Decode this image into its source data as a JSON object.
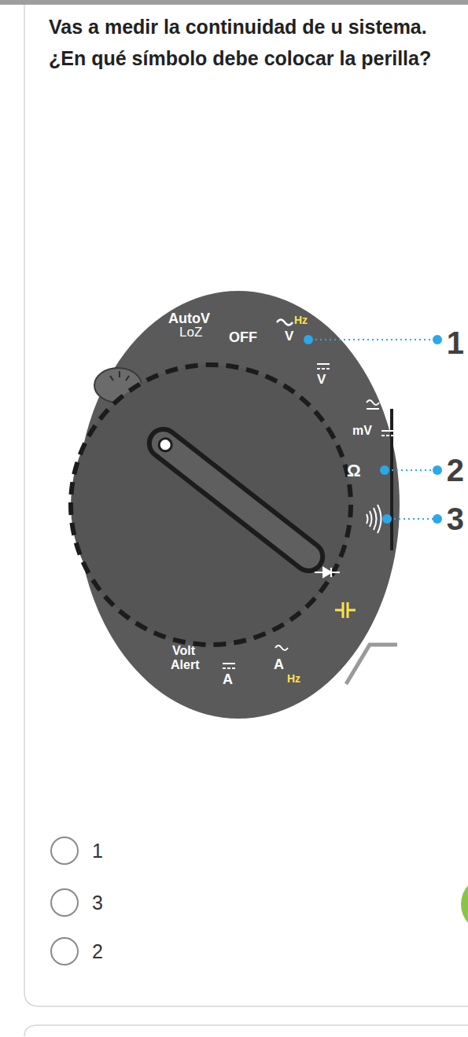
{
  "diagram": {
    "title": "Vas a medir la continuidad de u sistema. ¿En qué símbolo debe colocar la perilla?",
    "labels": [
      "AutoV",
      "LoZ",
      "OFF",
      "Hz",
      "V",
      "V",
      "mV",
      "Ω",
      "Volt",
      "Alert",
      "A",
      "A",
      "Hz",
      "1",
      "2",
      "3",
      "1",
      "3",
      "2"
    ]
  }
}
